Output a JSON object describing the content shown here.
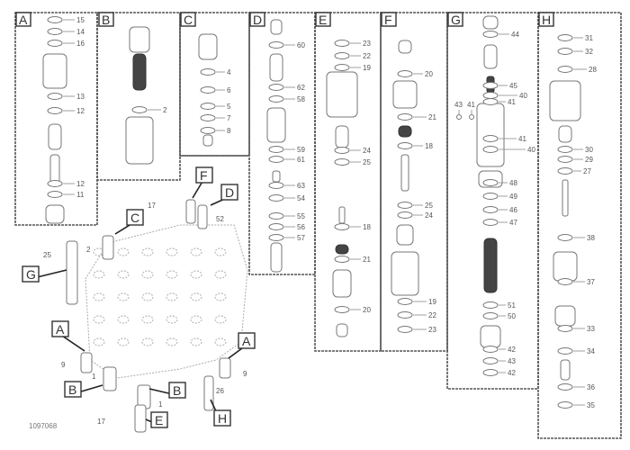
{
  "panels": {
    "A": {
      "label": "A",
      "callouts": [
        "15",
        "14",
        "16",
        "13",
        "12",
        "12",
        "11"
      ]
    },
    "B": {
      "label": "B",
      "callouts": [
        "2"
      ]
    },
    "C": {
      "label": "C",
      "callouts": [
        "4",
        "6",
        "5",
        "7",
        "8"
      ]
    },
    "D": {
      "label": "D",
      "callouts": [
        "60",
        "62",
        "58",
        "59",
        "61",
        "63",
        "54",
        "55",
        "56",
        "57"
      ]
    },
    "E": {
      "label": "E",
      "callouts": [
        "23",
        "22",
        "19",
        "24",
        "25",
        "18",
        "21",
        "20"
      ]
    },
    "F": {
      "label": "F",
      "callouts": [
        "20",
        "21",
        "18",
        "25",
        "24",
        "19",
        "22",
        "23"
      ]
    },
    "G": {
      "label": "G",
      "callouts": [
        "44",
        "45",
        "40",
        "41",
        "43",
        "41",
        "41",
        "40",
        "48",
        "49",
        "46",
        "47",
        "51",
        "50",
        "42",
        "43",
        "42"
      ]
    },
    "H": {
      "label": "H",
      "callouts": [
        "31",
        "32",
        "28",
        "30",
        "29",
        "27",
        "38",
        "37",
        "33",
        "34",
        "36",
        "35"
      ]
    }
  },
  "overview": {
    "section_labels": [
      "C",
      "F",
      "D",
      "G",
      "A",
      "A",
      "B",
      "B",
      "H",
      "E"
    ],
    "callouts": [
      "17",
      "52",
      "2",
      "25",
      "9",
      "9",
      "1",
      "1",
      "26",
      "17"
    ]
  },
  "ref_number": "1097068"
}
